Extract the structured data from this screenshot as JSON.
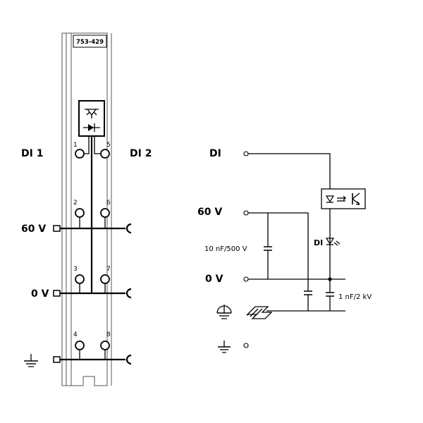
{
  "module": {
    "part_number": "753-429",
    "left_channel": "DI 1",
    "right_channel": "DI 2",
    "supply_plus": "60 V",
    "supply_minus": "0 V",
    "terminals": [
      "1",
      "5",
      "2",
      "6",
      "3",
      "7",
      "4",
      "8"
    ]
  },
  "schematic": {
    "input_label": "DI",
    "supply_plus_label": "60 V",
    "supply_minus_label": "0 V",
    "capacitor_1": "10 nF/500 V",
    "capacitor_2": "1 nF/2 kV",
    "led_label": "DI"
  },
  "icons": [
    "optocoupler-icon",
    "led-icon",
    "ground-icon",
    "protective-earth-icon",
    "din-rail-icon"
  ]
}
